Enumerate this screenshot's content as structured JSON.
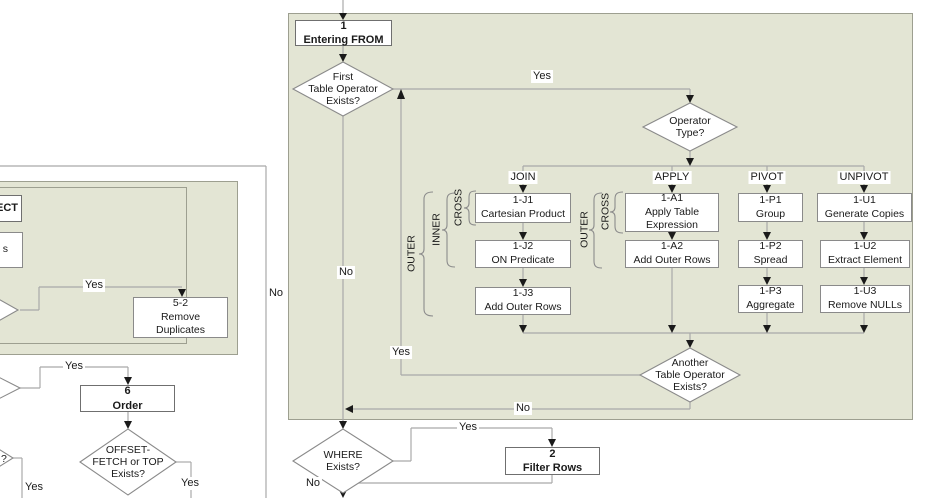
{
  "labels": {
    "yes": "Yes",
    "no": "No"
  },
  "left_flow": {
    "select_title_fragment": "ECT",
    "expressions_fragment": "s",
    "cut_diamond_fragment": "?",
    "remove_duplicates": "5-2\nRemove\nDuplicates",
    "order": "6\nOrder",
    "offset_fetch_diamond": "OFFSET-\nFETCH or TOP\nExists?"
  },
  "right_flow": {
    "entering_from": "1\nEntering FROM",
    "first_table_operator_diamond": "First\nTable Operator\nExists?",
    "operator_type_diamond": "Operator\nType?",
    "another_table_operator_diamond": "Another\nTable Operator\nExists?",
    "where_diamond": "WHERE\nExists?",
    "filter_rows": "2\nFilter Rows",
    "join": {
      "header": "JOIN",
      "box1": "1-J1\nCartesian Product",
      "box2": "1-J2\nON Predicate",
      "box3": "1-J3\nAdd Outer Rows",
      "brace_outer": "OUTER",
      "brace_inner": "INNER",
      "brace_cross": "CROSS"
    },
    "apply": {
      "header": "APPLY",
      "box1": "1-A1\nApply Table\nExpression",
      "box2": "1-A2\nAdd Outer Rows",
      "brace_outer": "OUTER",
      "brace_cross": "CROSS"
    },
    "pivot": {
      "header": "PIVOT",
      "box1": "1-P1\nGroup",
      "box2": "1-P2\nSpread",
      "box3": "1-P3\nAggregate"
    },
    "unpivot": {
      "header": "UNPIVOT",
      "box1": "1-U1\nGenerate Copies",
      "box2": "1-U2\nExtract Element",
      "box3": "1-U3\nRemove NULLs"
    }
  },
  "colors": {
    "panel_bg": "#e3e5d4",
    "panel_border": "#9d9f90",
    "box_border": "#8a8a8a",
    "line": "#a9a9a9",
    "arrow": "#1a1a1a"
  }
}
